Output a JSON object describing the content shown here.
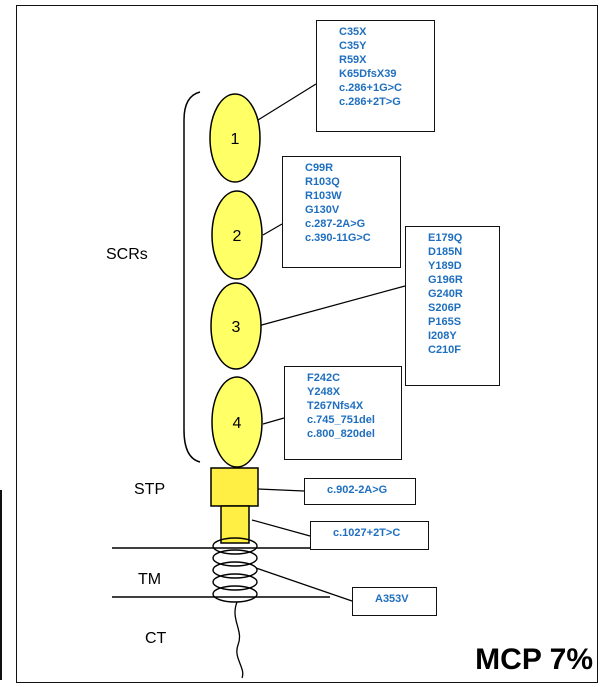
{
  "protein_label": "MCP 7%",
  "regions": {
    "scrs": "SCRs",
    "stp": "STP",
    "tm": "TM",
    "ct": "CT"
  },
  "domains": [
    "1",
    "2",
    "3",
    "4"
  ],
  "mutation_groups": {
    "scr1": [
      "C35X",
      "C35Y",
      "R59X",
      "K65DfsX39",
      "c.286+1G>C",
      "c.286+2T>G"
    ],
    "scr2": [
      "C99R",
      "R103Q",
      "R103W",
      "G130V",
      "c.287-2A>G",
      "c.390-11G>C"
    ],
    "scr3": [
      "E179Q",
      "D185N",
      "Y189D",
      "G196R",
      "G240R",
      "S206P",
      "P165S",
      "I208Y",
      "C210F"
    ],
    "scr4": [
      "F242C",
      "Y248X",
      "T267Nfs4X",
      "c.745_751del",
      "c.800_820del"
    ],
    "stp": [
      "c.902-2A>G"
    ],
    "stp_lower": [
      "c.1027+2T>C"
    ],
    "tm": [
      "A353V"
    ]
  },
  "colors": {
    "domain_fill": "#ffff66",
    "stalk_fill": "#ffee44",
    "mutation_text": "#1f6fbf"
  }
}
